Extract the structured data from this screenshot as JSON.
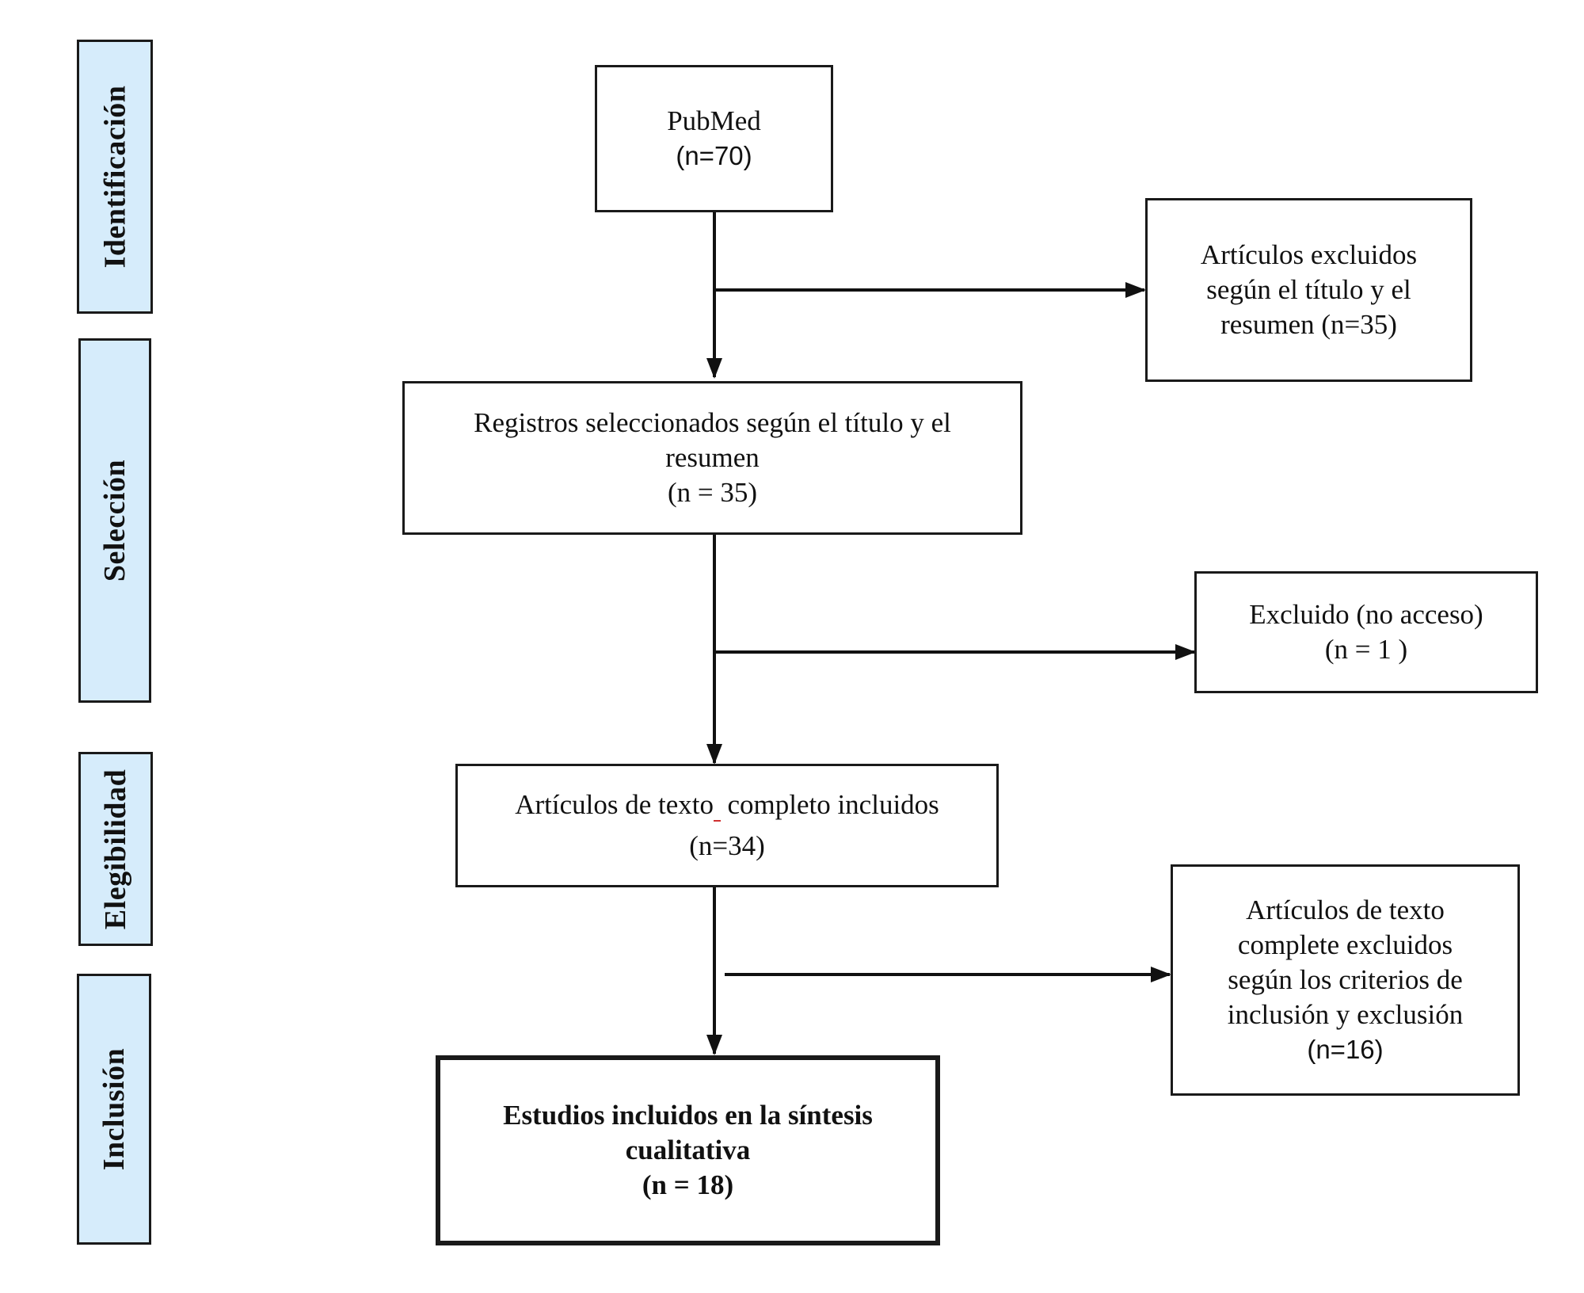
{
  "stages": [
    {
      "id": "identificacion",
      "label": "Identificación"
    },
    {
      "id": "seleccion",
      "label": "Selección"
    },
    {
      "id": "elegibilidad",
      "label": "Elegibilidad"
    },
    {
      "id": "inclusion",
      "label": "Inclusión"
    }
  ],
  "boxes": {
    "pubmed": {
      "line1": "PubMed",
      "count": "(n=70)"
    },
    "excluded_title_abstract": {
      "line1": "Artículos excluidos",
      "line2": "según el título y el",
      "line3": "resumen (n=35)"
    },
    "screened": {
      "line1": "Registros seleccionados según el título y el",
      "line2": "resumen",
      "count": "(n = 35)"
    },
    "excluded_no_access": {
      "line1": "Excluido (no acceso)",
      "count": "(n = 1 )"
    },
    "fulltext_included": {
      "line1a": "Artículos de texto",
      "line1b": " completo incluidos",
      "count": "(n=34)"
    },
    "fulltext_excluded": {
      "line1": "Artículos de texto",
      "line2": "complete excluidos",
      "line3": "según los criterios de",
      "line4": "inclusión y exclusión",
      "count": "(n=16)"
    },
    "final_included": {
      "line1": "Estudios incluidos en la síntesis",
      "line2": "cualitativa",
      "count": "(n = 18)"
    }
  }
}
